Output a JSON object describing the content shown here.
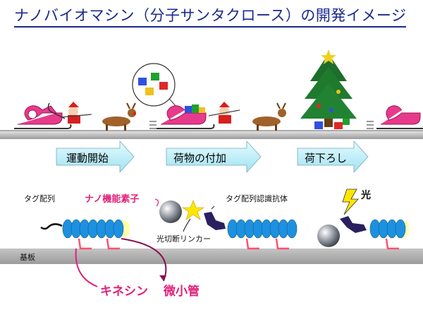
{
  "title": "ナノバイオマシン（分子サンタクロース）の開発イメージ",
  "stages": [
    {
      "label": "運動開始"
    },
    {
      "label": "荷物の付加"
    },
    {
      "label": "荷下ろし"
    }
  ],
  "labels": {
    "tag_sequence": "タグ配列",
    "nano_element": "ナノ機能素子",
    "antibody": "タグ配列認識抗体",
    "linker": "光切断リンカー",
    "light": "光",
    "substrate": "基板",
    "kinesin": "キネシン",
    "microtubule": "微小管"
  },
  "colors": {
    "title": "#1a2a8c",
    "accent_pink": "#e0217a",
    "arrow_fill": "#aeeaf6",
    "microtubule": "#1e90e0",
    "substrate": "#b0b0b0"
  }
}
